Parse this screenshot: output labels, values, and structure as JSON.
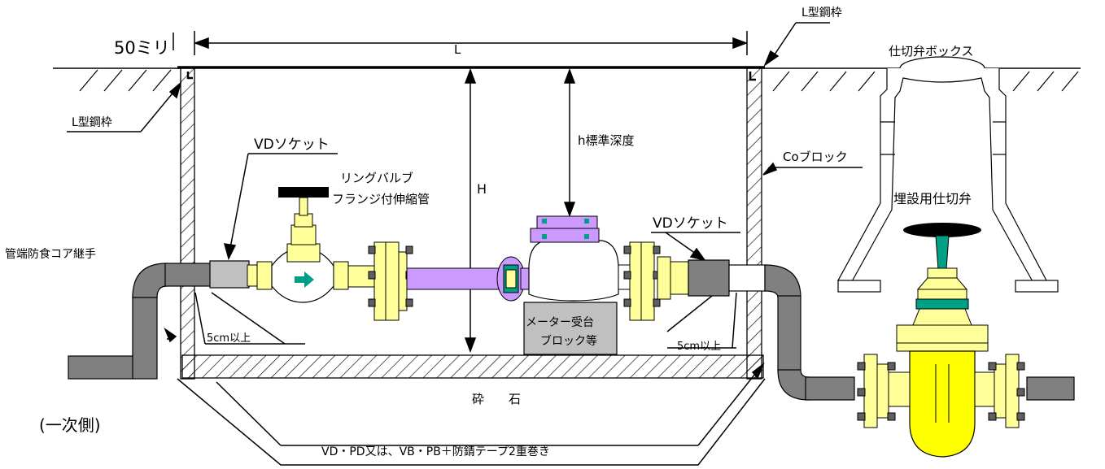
{
  "labels": {
    "thickness": "50ミリ",
    "length": "L",
    "steel_frame_top": "L型鋼枠",
    "steel_frame_left": "L型鋼枠",
    "valve_box": "仕切弁ボックス",
    "vd_socket_left": "VDソケット",
    "ring_valve_line1": "リングバルブ",
    "ring_valve_line2": "フランジ付伸縮管",
    "height": "H",
    "standard_depth": "h標準深度",
    "co_block": "Coブロック",
    "buried_valve": "埋設用仕切弁",
    "vd_socket_right": "VDソケット",
    "pipe_end_joint": "管端防食コア継手",
    "clearance_left": "5cm以上",
    "clearance_right": "5cm以上",
    "meter_stand_line1": "メーター受台",
    "meter_stand_line2": "ブロック等",
    "gravel": "砕　　石",
    "primary_side": "(一次側)",
    "pipe_spec": "VD・PD又は、VB・PB＋防錆テープ2重巻き"
  },
  "colors": {
    "pipe_gray": "#808080",
    "pipe_dark": "#606060",
    "brass": "#ffff99",
    "purple": "#cc99ff",
    "teal": "#00a087",
    "valve_yellow": "#ffff00",
    "block_gray": "#c0c0c0"
  }
}
